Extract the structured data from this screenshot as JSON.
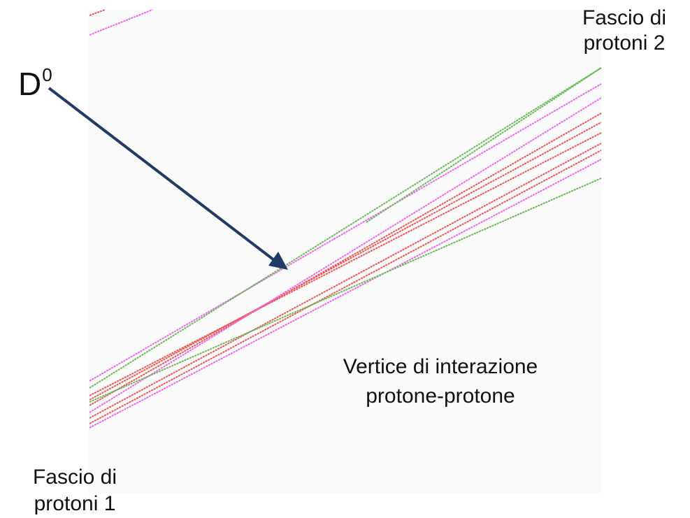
{
  "labels": {
    "beam2_line1": "Fascio di",
    "beam2_line2": "protoni 2",
    "beam1_line1": "Fascio di",
    "beam1_line2": "protoni 1",
    "vertex_line1": "Vertice di interazione",
    "vertex_line2": "protone-protone",
    "particle_base": "D",
    "particle_sup": "0"
  },
  "colors": {
    "panel": "#fafafa",
    "magenta": "#ee66ee",
    "red": "#ee5555",
    "green": "#66bb55",
    "arrow": "#1f3b66"
  }
}
